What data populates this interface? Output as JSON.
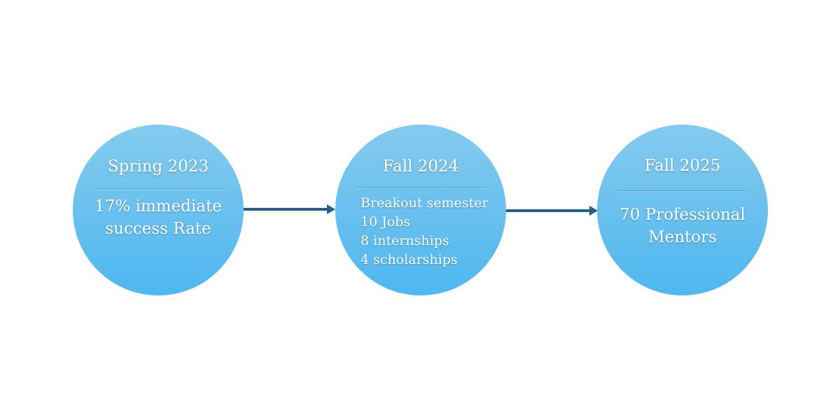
{
  "colors": {
    "node_fill_top": "#84cbee",
    "node_fill_bottom": "#4db8f0",
    "arrow": "#21618f",
    "text": "#ffffff",
    "background": "#ffffff"
  },
  "nodes": [
    {
      "title": "Spring 2023",
      "lines": [
        "17% immediate",
        "success Rate"
      ]
    },
    {
      "title": "Fall 2024",
      "lines": [
        "Breakout semester",
        "10 Jobs",
        "8 internships",
        "4 scholarships"
      ]
    },
    {
      "title": "Fall 2025",
      "lines": [
        "70 Professional",
        "Mentors"
      ]
    }
  ],
  "connectors": [
    {
      "from": "Spring 2023",
      "to": "Fall 2024"
    },
    {
      "from": "Fall 2024",
      "to": "Fall 2025"
    }
  ]
}
